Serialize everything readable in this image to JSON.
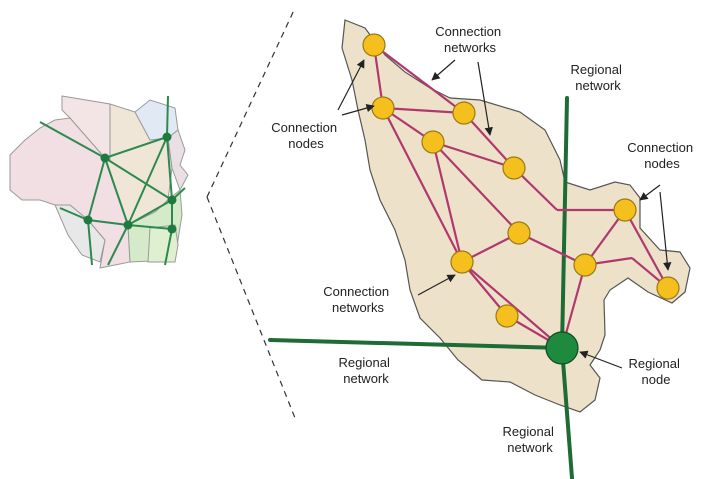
{
  "colors": {
    "region_fill": "#ede2c9",
    "region_stroke": "#555555",
    "connection_line": "#b0386e",
    "regional_line": "#1e6b35",
    "connection_node": "#f5c01e",
    "connection_node_stroke": "#9a7a12",
    "regional_node": "#1e8a3e",
    "district_colors": [
      "#f1dfe3",
      "#efe6d8",
      "#e1e9f5",
      "#e9dfe4",
      "#d5eac8",
      "#dff0d0",
      "#e8e8e8",
      "#f3e4e6"
    ]
  },
  "labels": {
    "connection_networks_top": [
      "Connection",
      "networks"
    ],
    "connection_nodes_left": [
      "Connection",
      "nodes"
    ],
    "regional_network_top": [
      "Regional",
      "network"
    ],
    "connection_nodes_right": [
      "Connection",
      "nodes"
    ],
    "connection_networks_mid": [
      "Connection",
      "networks"
    ],
    "regional_network_left": [
      "Regional",
      "network"
    ],
    "regional_node": [
      "Regional",
      "node"
    ],
    "regional_network_bottom": [
      "Regional",
      "network"
    ]
  },
  "icons": {
    "connection_node": "yellow-circle",
    "regional_node": "green-circle"
  }
}
